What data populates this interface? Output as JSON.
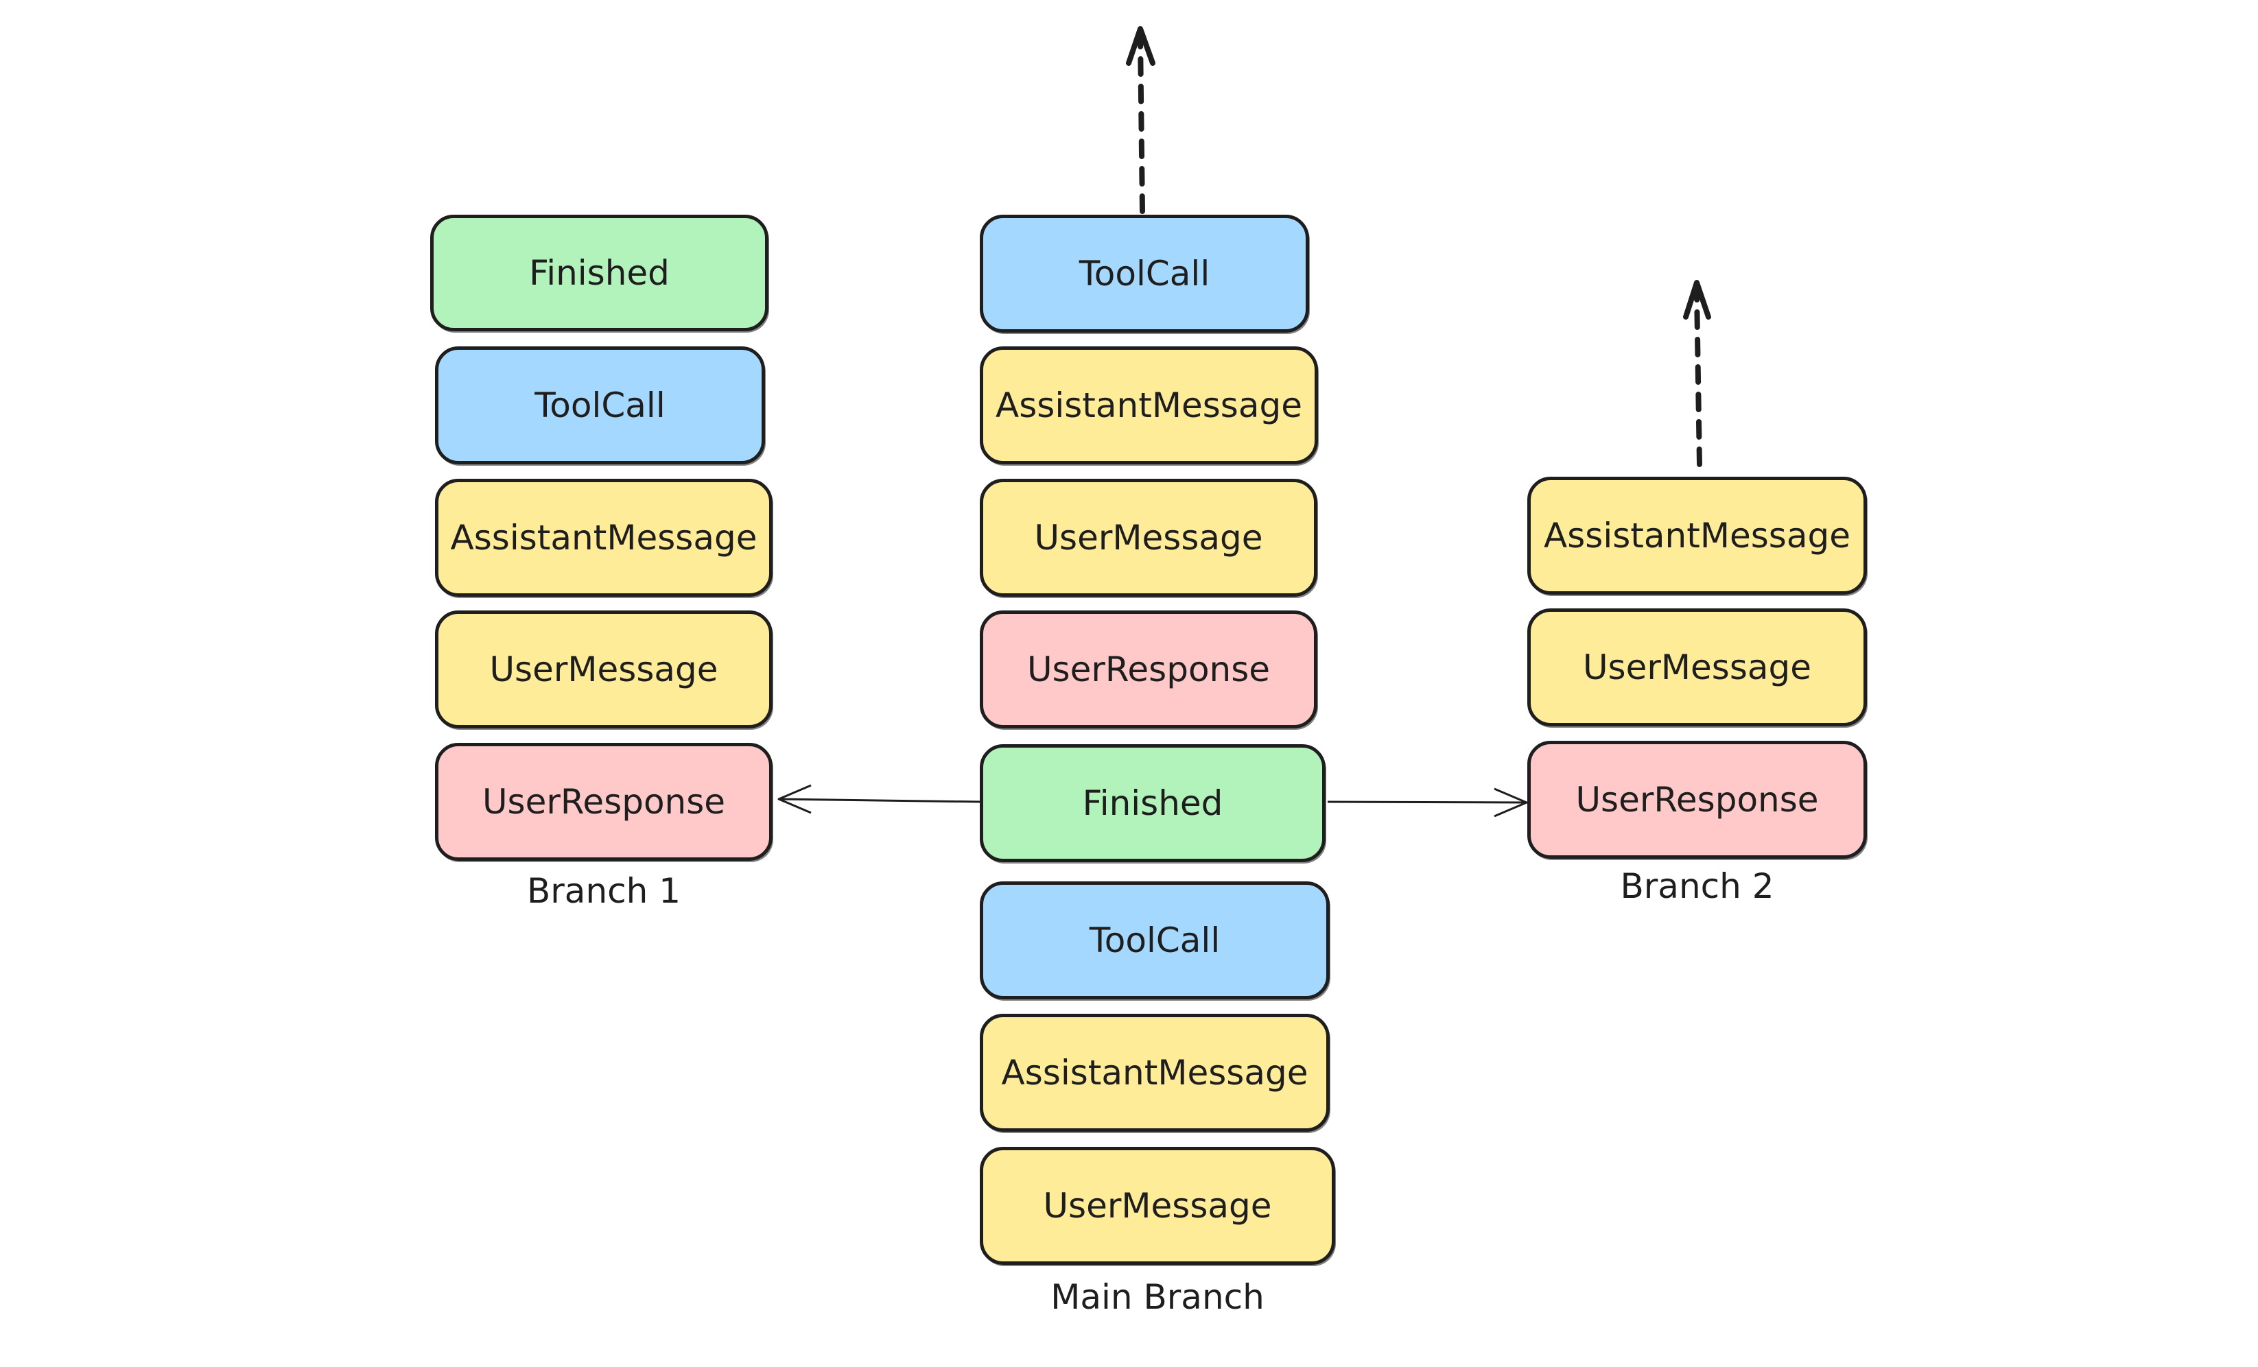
{
  "colors": {
    "user_message": "#ffec99",
    "assistant_message": "#ffec99",
    "tool_call": "#a5d8ff",
    "finished": "#b2f2bb",
    "user_response": "#ffc9c9",
    "stroke": "#1e1e1e"
  },
  "branch1": {
    "label": "Branch 1",
    "nodes": [
      "Finished",
      "ToolCall",
      "AssistantMessage",
      "UserMessage",
      "UserResponse"
    ]
  },
  "main": {
    "label": "Main Branch",
    "nodes": [
      "ToolCall",
      "AssistantMessage",
      "UserMessage",
      "UserResponse",
      "Finished",
      "ToolCall",
      "AssistantMessage",
      "UserMessage"
    ]
  },
  "branch2": {
    "label": "Branch 2",
    "nodes": [
      "AssistantMessage",
      "UserMessage",
      "UserResponse"
    ]
  }
}
